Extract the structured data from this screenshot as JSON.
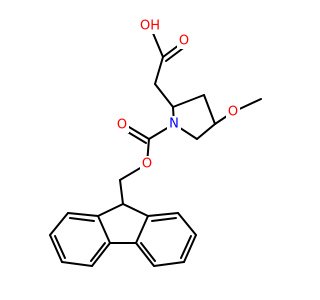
{
  "colors": {
    "background": "#ffffff",
    "bond": "#000000",
    "oxygen": "#ff0000",
    "nitrogen": "#0000ff"
  },
  "atoms": {
    "carboxyl_oh": "OH",
    "carboxyl_o": "O",
    "ring_n": "N",
    "methoxy_o": "O",
    "carbamate_o": "O",
    "ester_o": "O"
  }
}
